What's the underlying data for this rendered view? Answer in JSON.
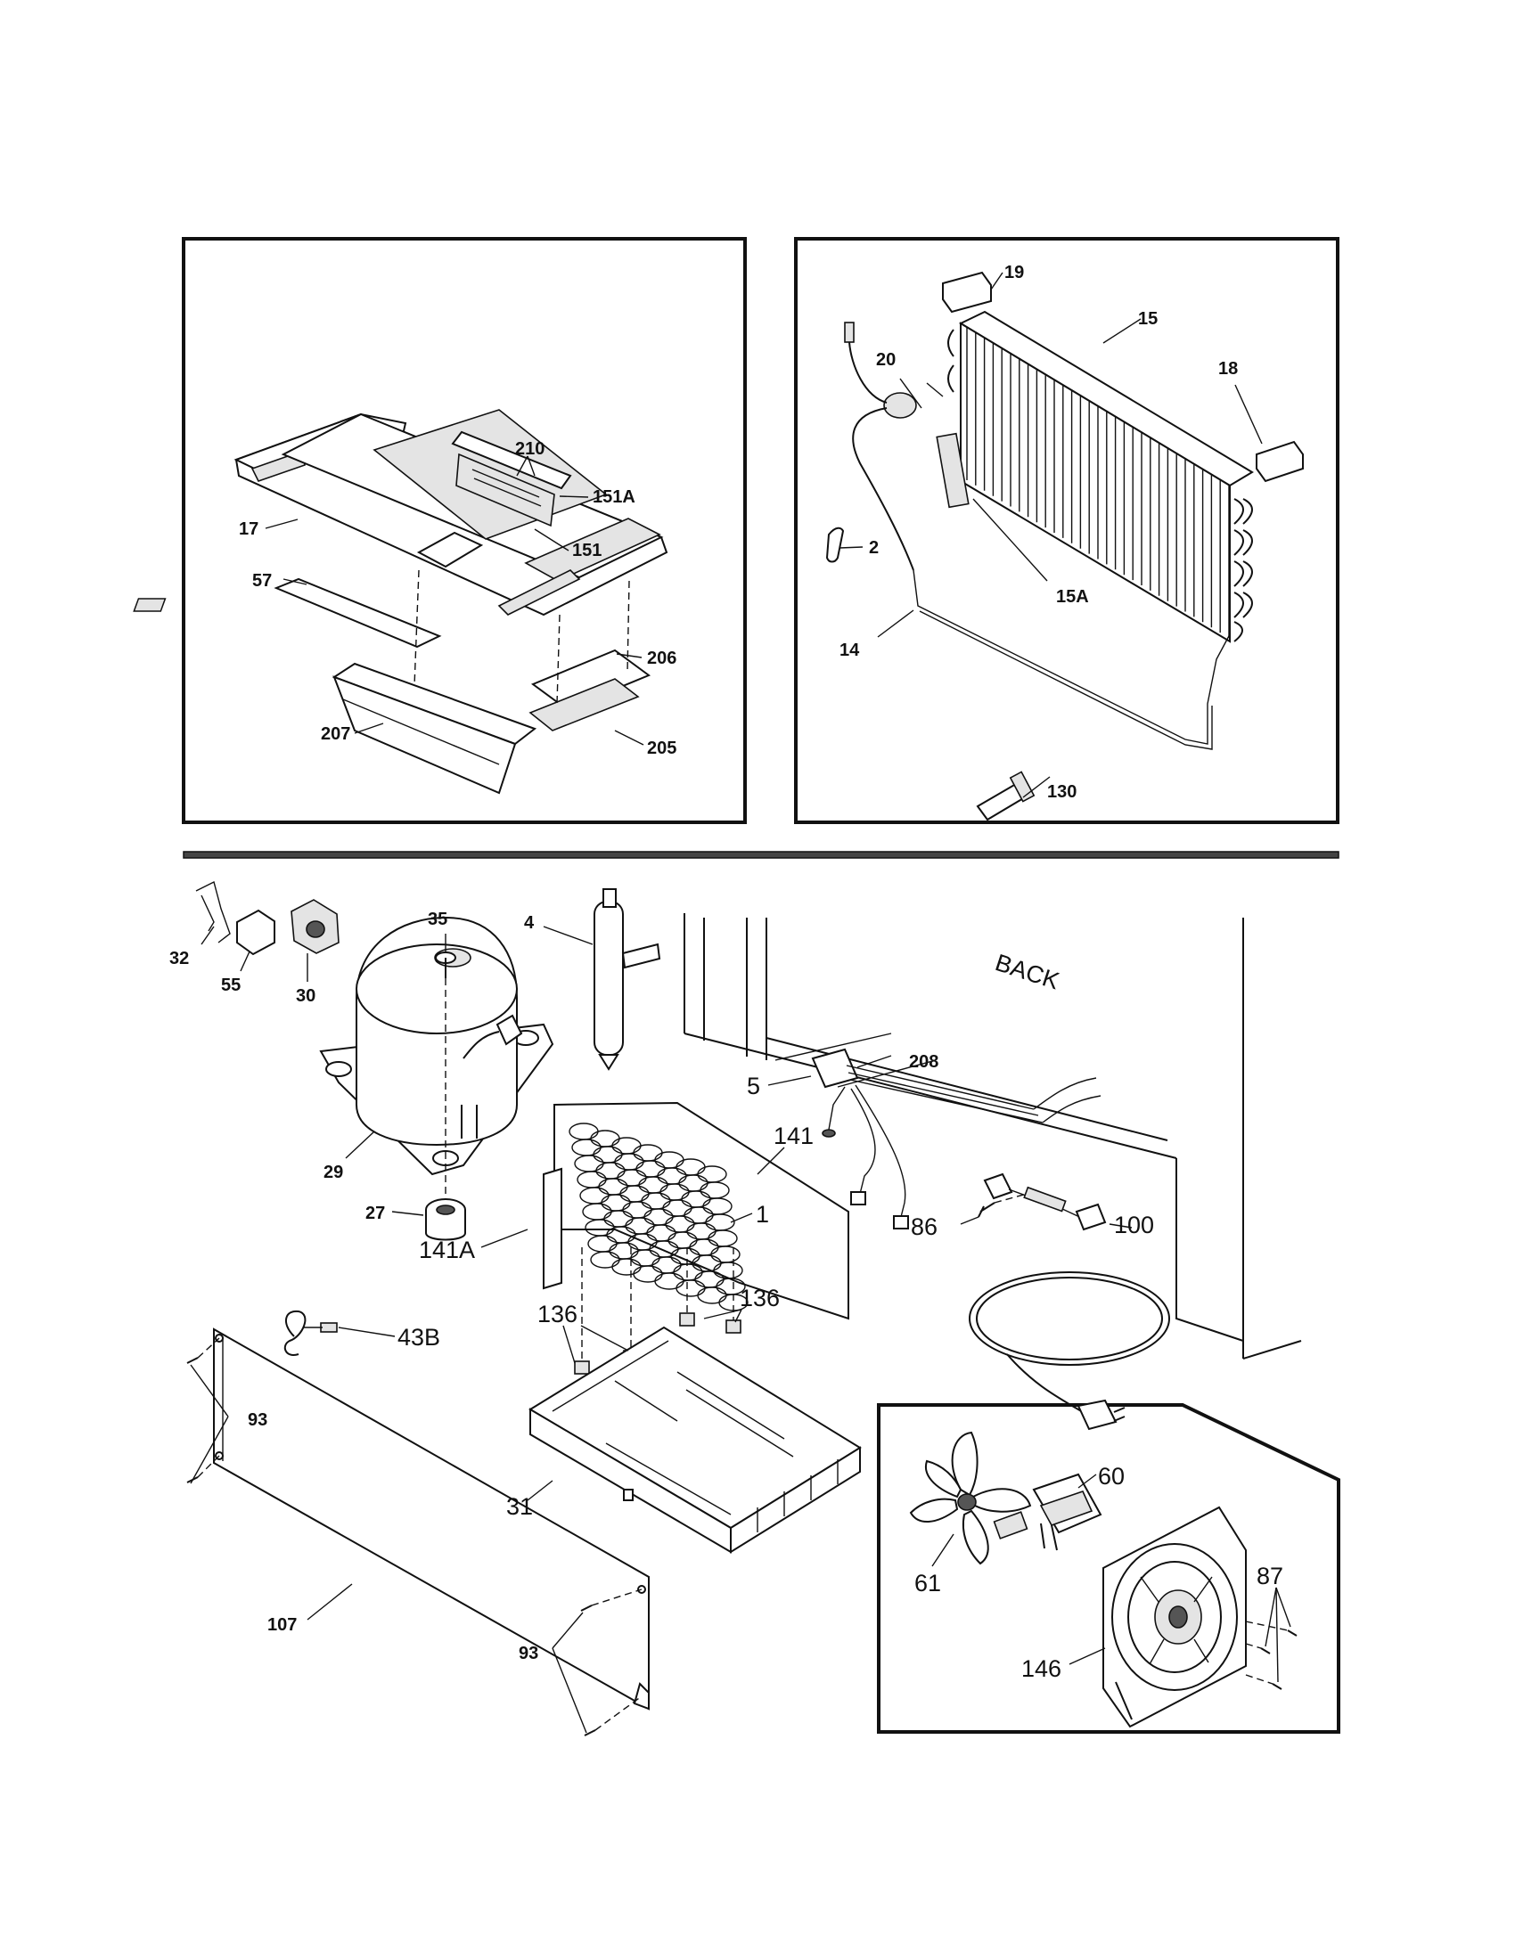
{
  "back_label": "BACK",
  "panel_top_left": {
    "callouts": [
      {
        "id": "tl-210",
        "text": "210"
      },
      {
        "id": "tl-151a",
        "text": "151A"
      },
      {
        "id": "tl-151",
        "text": "151"
      },
      {
        "id": "tl-17",
        "text": "17"
      },
      {
        "id": "tl-57",
        "text": "57"
      },
      {
        "id": "tl-206",
        "text": "206"
      },
      {
        "id": "tl-207",
        "text": "207"
      },
      {
        "id": "tl-205",
        "text": "205"
      }
    ]
  },
  "panel_top_right": {
    "callouts": [
      {
        "id": "tr-19",
        "text": "19"
      },
      {
        "id": "tr-15",
        "text": "15"
      },
      {
        "id": "tr-20",
        "text": "20"
      },
      {
        "id": "tr-18",
        "text": "18"
      },
      {
        "id": "tr-2",
        "text": "2"
      },
      {
        "id": "tr-15a",
        "text": "15A"
      },
      {
        "id": "tr-14",
        "text": "14"
      },
      {
        "id": "tr-130",
        "text": "130"
      }
    ]
  },
  "machine_compartment": {
    "callouts": [
      {
        "id": "b-35",
        "text": "35"
      },
      {
        "id": "b-4",
        "text": "4"
      },
      {
        "id": "b-32",
        "text": "32"
      },
      {
        "id": "b-55",
        "text": "55"
      },
      {
        "id": "b-30",
        "text": "30"
      },
      {
        "id": "b-29",
        "text": "29"
      },
      {
        "id": "b-27",
        "text": "27"
      },
      {
        "id": "b-208",
        "text": "208"
      },
      {
        "id": "b-5",
        "text": "5"
      },
      {
        "id": "b-141",
        "text": "141"
      },
      {
        "id": "b-1",
        "text": "1"
      },
      {
        "id": "b-141a",
        "text": "141A"
      },
      {
        "id": "b-86",
        "text": "86"
      },
      {
        "id": "b-100",
        "text": "100"
      },
      {
        "id": "b-136a",
        "text": "136"
      },
      {
        "id": "b-136b",
        "text": "136"
      },
      {
        "id": "b-43b",
        "text": "43B"
      },
      {
        "id": "b-93a",
        "text": "93"
      },
      {
        "id": "b-31",
        "text": "31"
      },
      {
        "id": "b-107",
        "text": "107"
      },
      {
        "id": "b-93b",
        "text": "93"
      }
    ]
  },
  "fan_inset": {
    "callouts": [
      {
        "id": "f-60",
        "text": "60"
      },
      {
        "id": "f-61",
        "text": "61"
      },
      {
        "id": "f-87",
        "text": "87"
      },
      {
        "id": "f-146",
        "text": "146"
      }
    ]
  }
}
